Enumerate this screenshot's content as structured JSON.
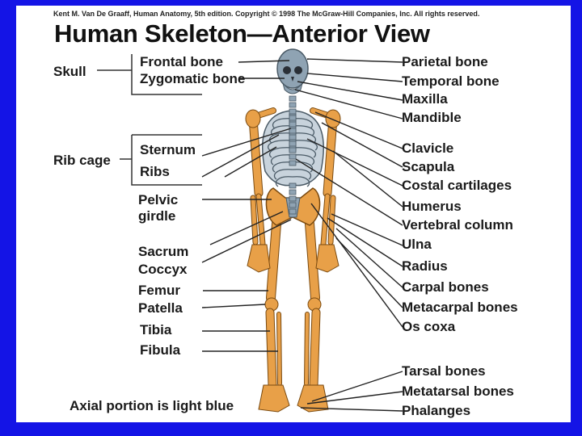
{
  "copyright": "Kent M. Van De Graaff, Human Anatomy, 5th edition. Copyright © 1998 The McGraw-Hill Companies, Inc. All rights reserved.",
  "title": "Human Skeleton—Anterior View",
  "footer_note": "Axial portion is light blue",
  "colors": {
    "frame": "#1414e6",
    "background": "#ffffff",
    "axial": "#8fa3b3",
    "appendicular": "#e8a048",
    "leader": "#222222"
  },
  "groups": {
    "skull": "Skull",
    "rib_cage": "Rib cage"
  },
  "labels_left": [
    {
      "id": "frontal-bone",
      "text": "Frontal bone"
    },
    {
      "id": "zygomatic-bone",
      "text": "Zygomatic bone"
    },
    {
      "id": "sternum",
      "text": "Sternum"
    },
    {
      "id": "ribs",
      "text": "Ribs"
    },
    {
      "id": "pelvic-girdle-1",
      "text": "Pelvic"
    },
    {
      "id": "pelvic-girdle-2",
      "text": "girdle"
    },
    {
      "id": "sacrum",
      "text": "Sacrum"
    },
    {
      "id": "coccyx",
      "text": "Coccyx"
    },
    {
      "id": "femur",
      "text": "Femur"
    },
    {
      "id": "patella",
      "text": "Patella"
    },
    {
      "id": "tibia",
      "text": "Tibia"
    },
    {
      "id": "fibula",
      "text": "Fibula"
    }
  ],
  "labels_right": [
    {
      "id": "parietal-bone",
      "text": "Parietal bone"
    },
    {
      "id": "temporal-bone",
      "text": "Temporal bone"
    },
    {
      "id": "maxilla",
      "text": "Maxilla"
    },
    {
      "id": "mandible",
      "text": "Mandible"
    },
    {
      "id": "clavicle",
      "text": "Clavicle"
    },
    {
      "id": "scapula",
      "text": "Scapula"
    },
    {
      "id": "costal-cartilages",
      "text": "Costal cartilages"
    },
    {
      "id": "humerus",
      "text": "Humerus"
    },
    {
      "id": "vertebral-column",
      "text": "Vertebral column"
    },
    {
      "id": "ulna",
      "text": "Ulna"
    },
    {
      "id": "radius",
      "text": "Radius"
    },
    {
      "id": "carpal-bones",
      "text": "Carpal bones"
    },
    {
      "id": "metacarpal-bones",
      "text": "Metacarpal bones"
    },
    {
      "id": "os-coxa",
      "text": "Os coxa"
    },
    {
      "id": "tarsal-bones",
      "text": "Tarsal bones"
    },
    {
      "id": "metatarsal-bones",
      "text": "Metatarsal bones"
    },
    {
      "id": "phalanges",
      "text": "Phalanges"
    }
  ]
}
